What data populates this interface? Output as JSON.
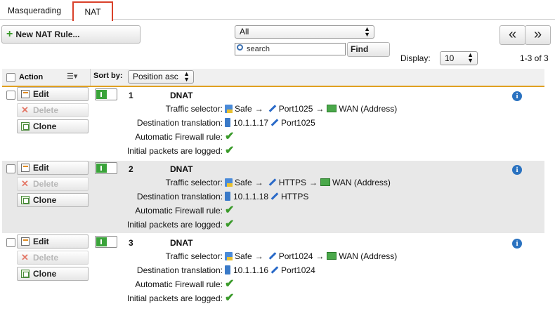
{
  "tabs": [
    {
      "label": "Masquerading",
      "active": false
    },
    {
      "label": "NAT",
      "active": true
    }
  ],
  "toolbar": {
    "new_rule_label": "New NAT Rule...",
    "filter_value": "All",
    "search_placeholder": "search",
    "find_label": "Find",
    "pager_prev": "«",
    "pager_next": "»",
    "display_label": "Display:",
    "display_value": "10",
    "count_text": "1-3 of 3"
  },
  "list_header": {
    "action_label": "Action",
    "sort_by_label": "Sort by:",
    "sort_value": "Position asc"
  },
  "labels": {
    "edit": "Edit",
    "delete": "Delete",
    "clone": "Clone",
    "traffic_selector": "Traffic selector:",
    "destination_translation": "Destination translation:",
    "auto_firewall": "Automatic Firewall rule:",
    "initial_logged": "Initial packets are logged:"
  },
  "rules": [
    {
      "position": "1",
      "type": "DNAT",
      "source": "Safe",
      "service": "Port1025",
      "destination": "WAN (Address)",
      "translated_host": "10.1.1.17",
      "translated_service": "Port1025",
      "enabled": true
    },
    {
      "position": "2",
      "type": "DNAT",
      "source": "Safe",
      "service": "HTTPS",
      "destination": "WAN (Address)",
      "translated_host": "10.1.1.18",
      "translated_service": "HTTPS",
      "enabled": true
    },
    {
      "position": "3",
      "type": "DNAT",
      "source": "Safe",
      "service": "Port1024",
      "destination": "WAN (Address)",
      "translated_host": "10.1.1.16",
      "translated_service": "Port1024",
      "enabled": true
    }
  ],
  "colors": {
    "active_tab_border": "#d9412a",
    "toggle_on": "#3aa33a",
    "info_icon": "#2a72c0",
    "header_underline": "#e0a020"
  }
}
